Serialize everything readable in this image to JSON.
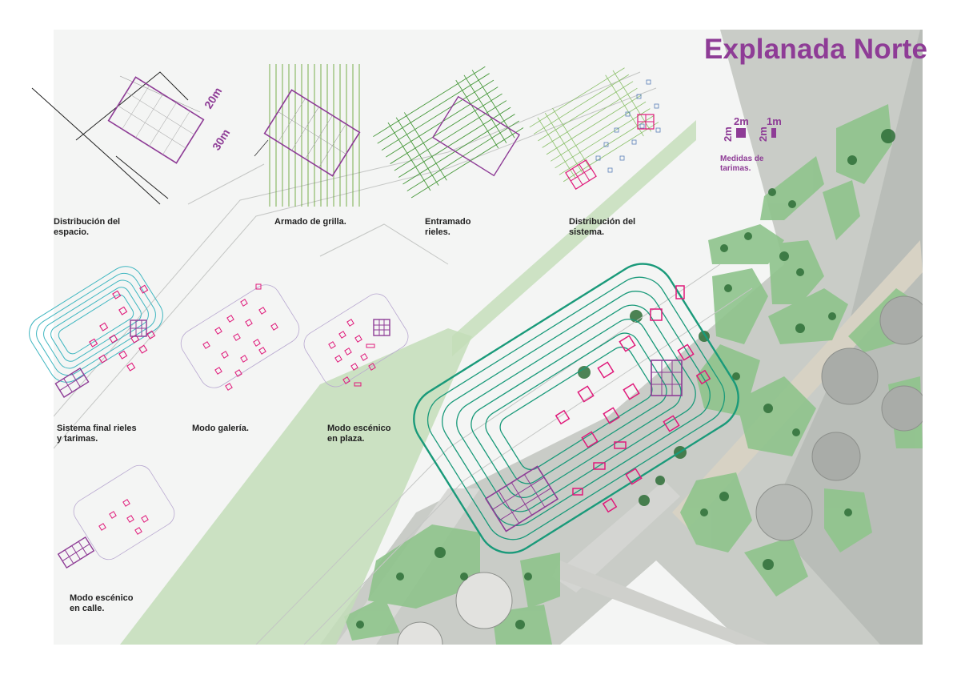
{
  "title": "Explanada Norte",
  "steps": [
    {
      "label": "Distribución del\nespacio."
    },
    {
      "label": "Armado de grilla."
    },
    {
      "label": "Entramado\nrieles."
    },
    {
      "label": "Distribución del\nsistema."
    },
    {
      "label": "Sistema final rieles\ny tarimas."
    },
    {
      "label": "Modo galería."
    },
    {
      "label": "Modo escénico\nen plaza."
    },
    {
      "label": "Modo escénico\nen calle."
    }
  ],
  "dimensions": {
    "width": "20m",
    "length": "30m"
  },
  "legend": {
    "large_w": "2m",
    "large_h": "2m",
    "small_w": "1m",
    "small_h": "2m",
    "note": "Medidas de\ntarimas."
  },
  "colors": {
    "purple": "#8e3c96",
    "magenta": "#e0197a",
    "green_light": "#6aa63a",
    "green_mid": "#4a9a3e",
    "teal": "#1a9a7a",
    "cyan": "#3fb6c0",
    "lavender": "#b8a8d0"
  }
}
